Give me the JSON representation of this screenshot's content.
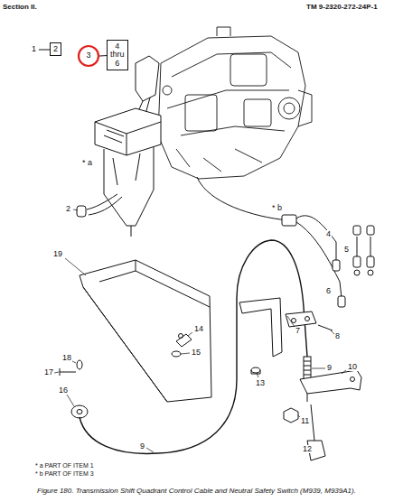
{
  "diagram": {
    "caption": "Figure 180. Transmission Shift Quadrant Control Cable and Neutral Safety Switch (M939, M939A1).",
    "nodes": [
      {
        "text": [
          "2"
        ]
      },
      {
        "text": [
          "3"
        ]
      },
      {
        "text": [
          "4 thru 6"
        ]
      }
    ],
    "edges": [
      {
        "from": 1,
        "to": 2,
        "arrow": "none"
      }
    ],
    "labels": [
      "Section II.",
      "TM 9-2320-272-24P-1",
      "1",
      "* a",
      "2",
      "* b",
      "4",
      "5",
      "6",
      "19",
      "17",
      "18",
      "14",
      "15",
      "16",
      "7",
      "8",
      "13",
      "9",
      "10",
      "11",
      "12",
      "9",
      "* a PART OF ITEM 1",
      "* b PART OF ITEM 3"
    ]
  }
}
